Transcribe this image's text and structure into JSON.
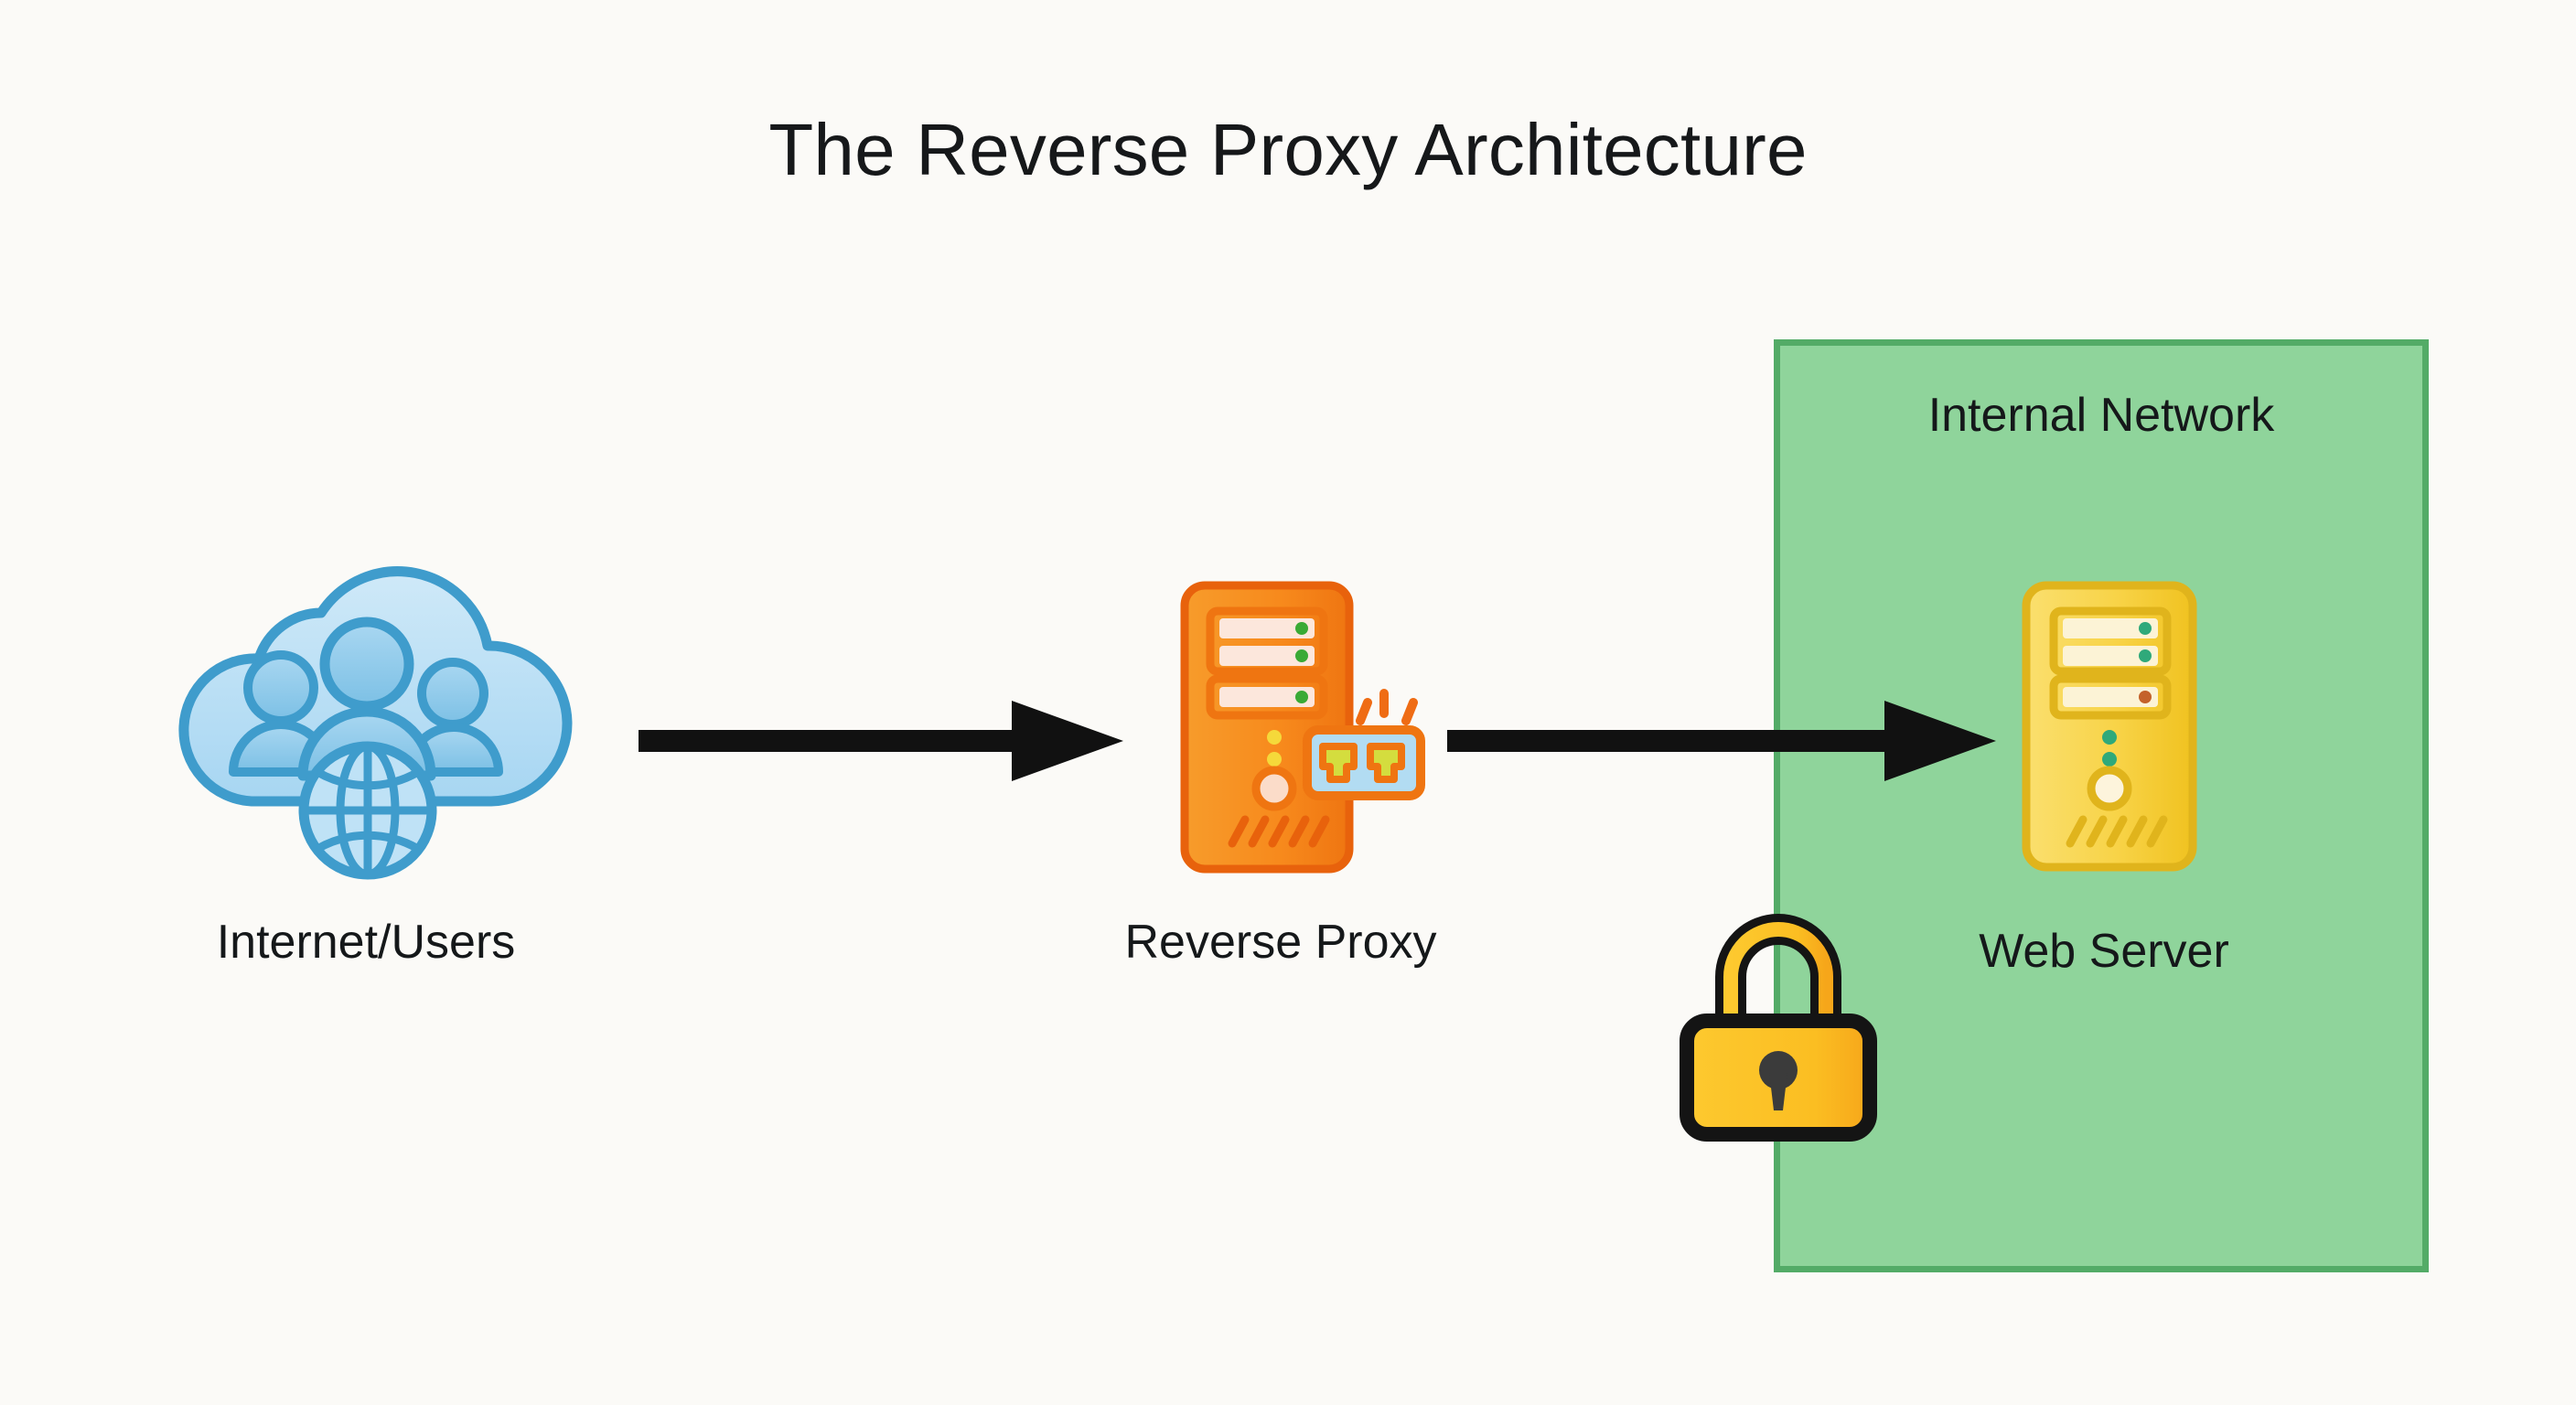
{
  "page": {
    "title": "The Reverse Proxy Architecture",
    "background_color": "#fbfaf7"
  },
  "zones": {
    "internal_network": {
      "label": "Internal Network",
      "fill_color": "#8fd49b",
      "border_color": "#53ab67"
    }
  },
  "nodes": [
    {
      "id": "internet-users",
      "label": "Internet/Users",
      "icon": "cloud-users-globe-icon",
      "color": "#7fc4e8"
    },
    {
      "id": "reverse-proxy",
      "label": "Reverse Proxy",
      "icon": "server-tower-icon",
      "color": "#f7911e"
    },
    {
      "id": "web-server",
      "label": "Web Server",
      "icon": "server-tower-icon",
      "color": "#f7d249"
    }
  ],
  "security": {
    "icon": "padlock-icon",
    "body_color": "#fbc02d",
    "outline_color": "#141414"
  },
  "arrows": [
    {
      "id": "arrow-internet-to-proxy",
      "from": "internet-users",
      "to": "reverse-proxy",
      "color": "#111111"
    },
    {
      "id": "arrow-proxy-to-webserver",
      "from": "reverse-proxy",
      "to": "web-server",
      "color": "#111111"
    }
  ]
}
